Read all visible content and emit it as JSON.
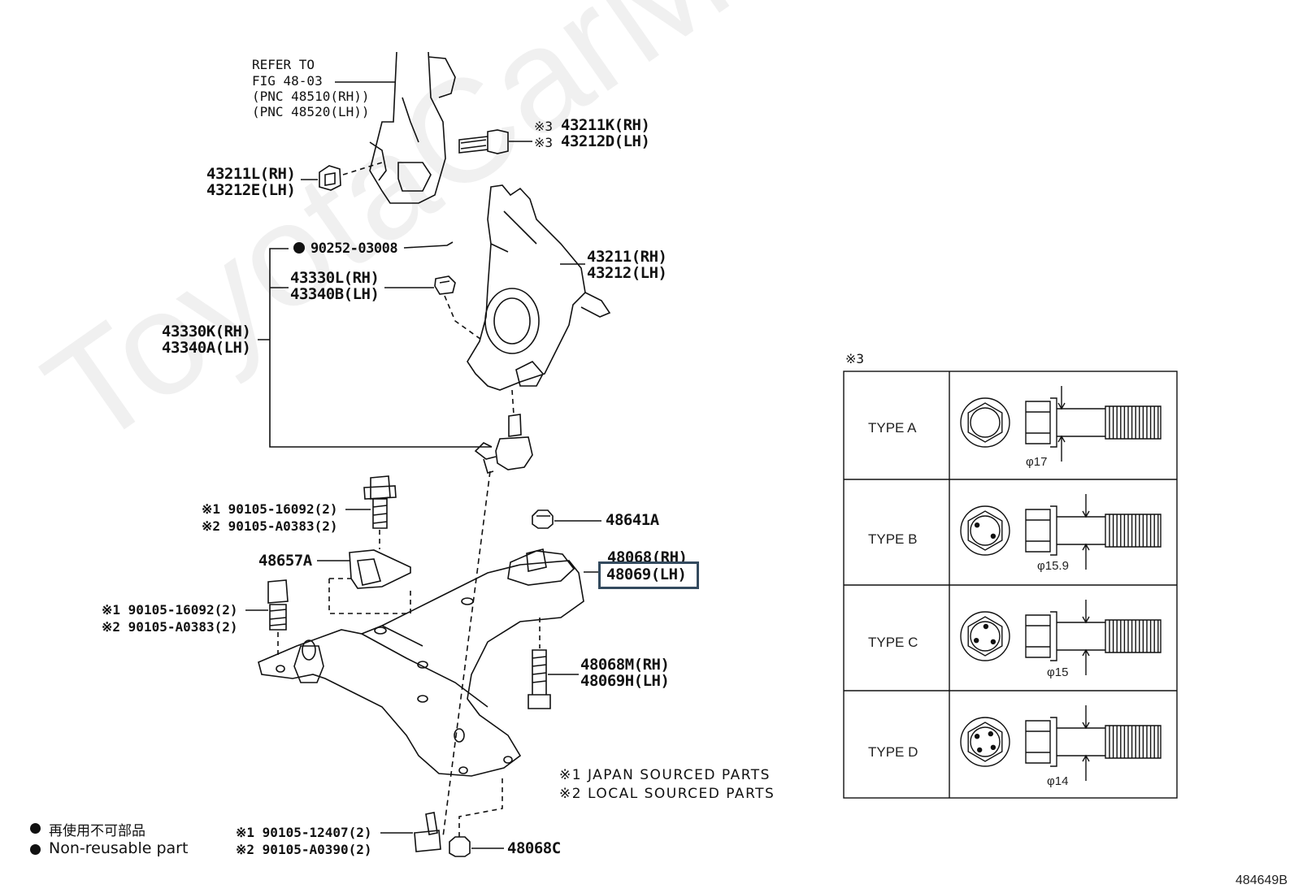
{
  "watermark": "ToyotaCarMine.ru",
  "figure_id": "484649B",
  "refer": {
    "line1": "REFER TO",
    "line2": "FIG 48-03",
    "line3": "(PNC 48510(RH))",
    "line4": "(PNC 48520(LH))"
  },
  "parts": {
    "p43211k": "43211K(RH)",
    "p43212d": "43212D(LH)",
    "mark3": "※3",
    "p43211l": "43211L(RH)",
    "p43212e": "43212E(LH)",
    "p90252": "90252-03008",
    "p43330l": "43330L(RH)",
    "p43340b": "43340B(LH)",
    "p43211": "43211(RH)",
    "p43212": "43212(LH)",
    "p43330k": "43330K(RH)",
    "p43340a": "43340A(LH)",
    "b1a": "※1 90105-16092(2)",
    "b1b": "※2 90105-A0383(2)",
    "p48641a": "48641A",
    "p48657a": "48657A",
    "p48068": "48068(RH)",
    "p48069": "48069(LH)",
    "b2a": "※1 90105-16092(2)",
    "b2b": "※2 90105-A0383(2)",
    "p48068m": "48068M(RH)",
    "p48069h": "48069H(LH)",
    "b3a": "※1 90105-12407(2)",
    "b3b": "※2 90105-A0390(2)",
    "p48068c": "48068C"
  },
  "notes": {
    "n1": "※1 JAPAN SOURCED PARTS",
    "n2": "※2 LOCAL SOURCED PARTS"
  },
  "legend": {
    "jp": "再使用不可部品",
    "en": "Non-reusable part"
  },
  "type_table": {
    "mark": "※3",
    "rows": [
      {
        "type": "TYPE A",
        "dia": "φ17"
      },
      {
        "type": "TYPE B",
        "dia": "φ15.9"
      },
      {
        "type": "TYPE C",
        "dia": "φ15"
      },
      {
        "type": "TYPE D",
        "dia": "φ14"
      }
    ]
  }
}
